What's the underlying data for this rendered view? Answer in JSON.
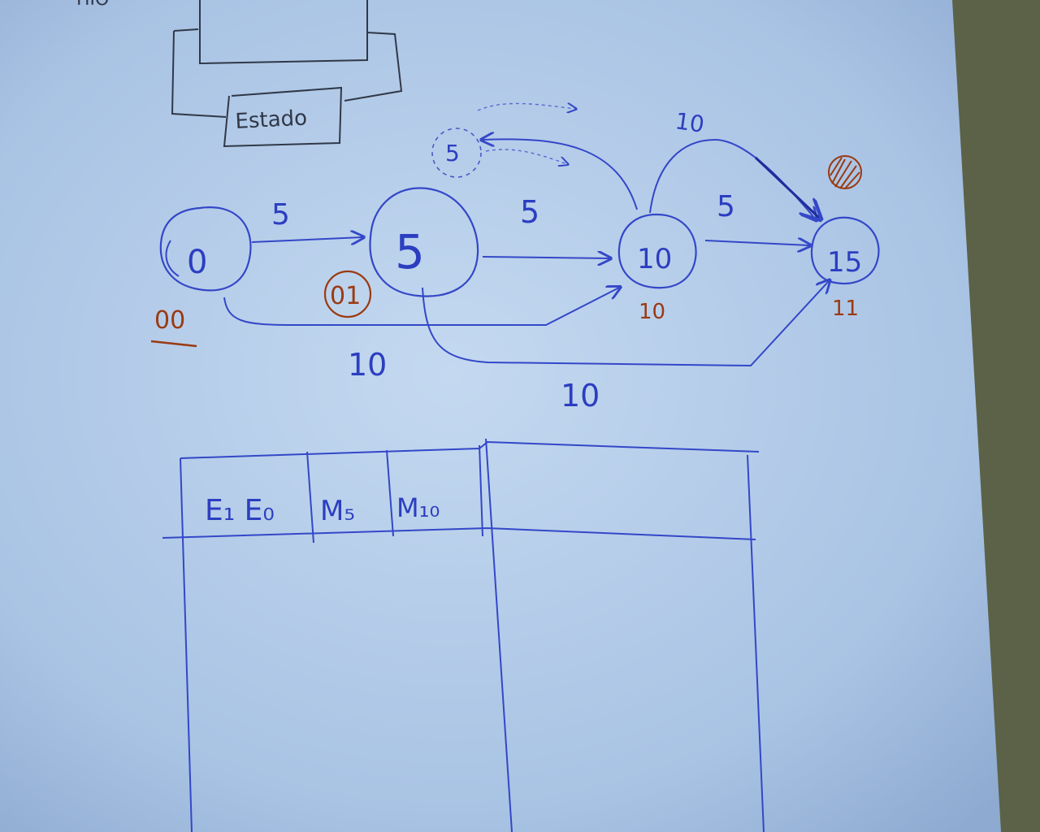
{
  "top_box": {
    "partial_text": "ΠΙΟ",
    "label": "Estado"
  },
  "states": [
    {
      "id": "s0",
      "value": "0",
      "code": "00"
    },
    {
      "id": "s5",
      "value": "5",
      "code": "01"
    },
    {
      "id": "s10",
      "value": "10",
      "code": "10"
    },
    {
      "id": "s15",
      "value": "15",
      "code": "11"
    }
  ],
  "ghost_state": {
    "value": "5"
  },
  "transitions": [
    {
      "from": "0",
      "to": "5",
      "label": "5"
    },
    {
      "from": "5",
      "to": "10",
      "label": "5"
    },
    {
      "from": "10",
      "to": "15",
      "label": "5"
    },
    {
      "from": "0",
      "to": "10",
      "label": "10"
    },
    {
      "from": "5",
      "to": "15",
      "label": "10"
    },
    {
      "from": "10",
      "to": "15",
      "label": "10"
    }
  ],
  "table": {
    "headers": [
      "E₁ E₀",
      "M₅",
      "M₁₀",
      ""
    ],
    "rows": []
  },
  "colors": {
    "paper": "#aec8e8",
    "ink_blue": "#2c3ec0",
    "ink_red": "#9a3a12",
    "desk": "#5b6248"
  }
}
